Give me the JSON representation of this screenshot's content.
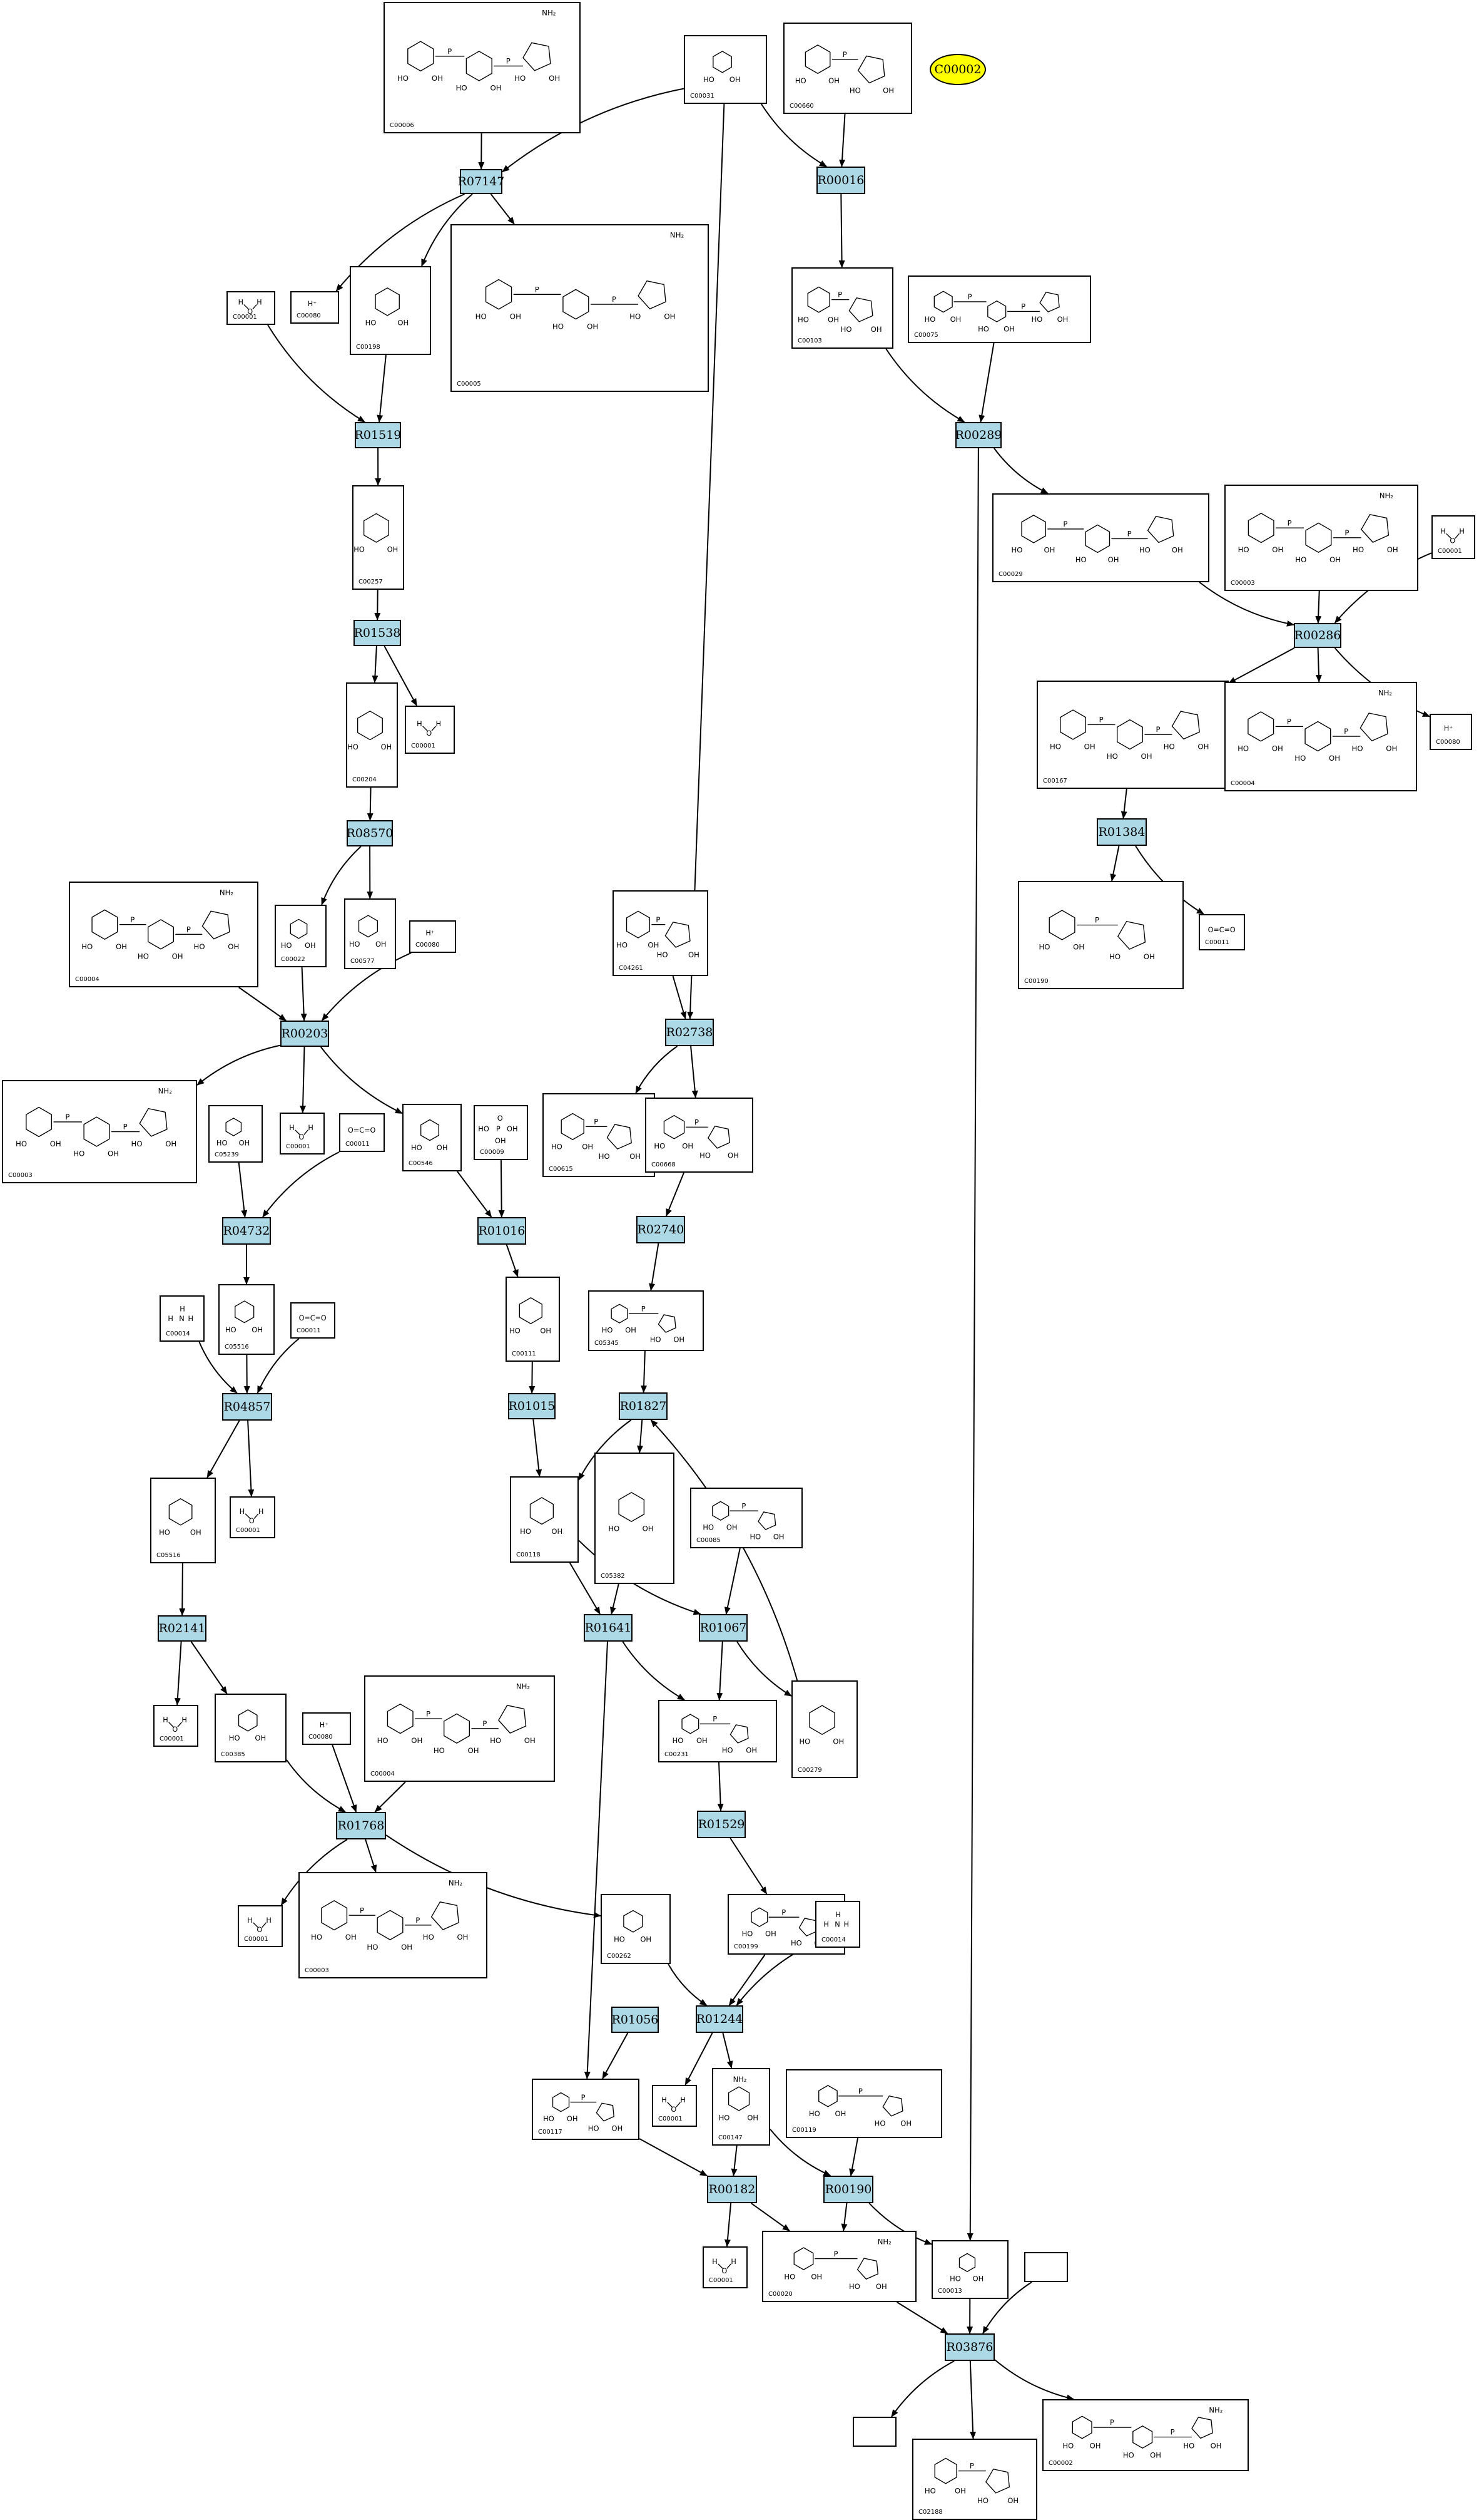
{
  "highlight_node": "C00002",
  "reactions": {
    "R07147": "R07147",
    "R00016": "R00016",
    "R01519": "R01519",
    "R00289": "R00289",
    "R01538": "R01538",
    "R00286": "R00286",
    "R08570": "R08570",
    "R01384": "R01384",
    "R00203": "R00203",
    "R02738": "R02738",
    "R04732": "R04732",
    "R01016": "R01016",
    "R02740": "R02740",
    "R04857": "R04857",
    "R01015": "R01015",
    "R01827": "R01827",
    "R02141": "R02141",
    "R01641": "R01641",
    "R01067": "R01067",
    "R01529": "R01529",
    "R01768": "R01768",
    "R01056": "R01056",
    "R01244": "R01244",
    "R00182": "R00182",
    "R00190": "R00190",
    "R03876": "R03876"
  },
  "compounds": {
    "n_c00006": "C00006",
    "n_c00031": "C00031",
    "n_c00660": "C00660",
    "n_c00080_a": "C00080",
    "n_c00001_a": "C00001",
    "n_c00198": "C00198",
    "n_c00005": "C00005",
    "n_c00103": "C00103",
    "n_c00075": "C00075",
    "n_c00257": "C00257",
    "n_c00029": "C00029",
    "n_c00003_a": "C00003",
    "n_c00001_b": "C00001",
    "n_c00204": "C00204",
    "n_c00001_c": "C00001",
    "n_c00167": "C00167",
    "n_c00004_a": "C00004",
    "n_c00080_b": "C00080",
    "n_c00004_b": "C00004",
    "n_c00022": "C00022",
    "n_c00577": "C00577",
    "n_c00080_c": "C00080",
    "n_c04261": "C04261",
    "n_c00190": "C00190",
    "n_c00011_a": "C00011",
    "n_c00003_b": "C00003",
    "n_c05239": "C05239",
    "n_c00001_d": "C00001",
    "n_c00011_b": "C00011",
    "n_c00546": "C00546",
    "n_c00009": "C00009",
    "n_c00615": "C00615",
    "n_c00668": "C00668",
    "n_c00014_a": "C00014",
    "n_c05516_a": "C05516",
    "n_c00011_c": "C00011",
    "n_c00111": "C00111",
    "n_c05345": "C05345",
    "n_c05516_b": "C05516",
    "n_c00001_e": "C00001",
    "n_c00118": "C00118",
    "n_c05382": "C05382",
    "n_c00085": "C00085",
    "n_c00001_f": "C00001",
    "n_c00385": "C00385",
    "n_c00080_d": "C00080",
    "n_c00004_c": "C00004",
    "n_c00231": "C00231",
    "n_c00279": "C00279",
    "n_c00001_g": "C00001",
    "n_c00003_c": "C00003",
    "n_c00262": "C00262",
    "n_c00199": "C00199",
    "n_c00014_b": "C00014",
    "n_c00117": "C00117",
    "n_c00001_h": "C00001",
    "n_c00147": "C00147",
    "n_c00119": "C00119",
    "n_c00001_i": "C00001",
    "n_c00020": "C00020",
    "n_c00013": "C00013",
    "n_blank_a": "",
    "n_blank_b": "",
    "n_c02188": "C02188",
    "n_c00002": "C00002"
  },
  "molecule_text": {
    "h2o": "H",
    "o": "O",
    "hplus": "H⁺",
    "nh3": "N",
    "co2": "O=C=O",
    "p": "P",
    "oh": "OH",
    "ho": "HO",
    "nh2": "NH₂"
  }
}
